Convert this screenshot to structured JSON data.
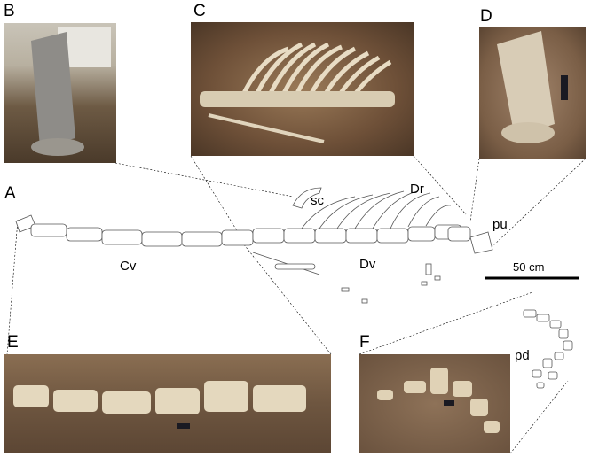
{
  "panels": {
    "A": "A",
    "B": "B",
    "C": "C",
    "D": "D",
    "E": "E",
    "F": "F"
  },
  "annotations": {
    "sc": "sc",
    "Dr": "Dr",
    "pu": "pu",
    "Cv": "Cv",
    "Dv": "Dv",
    "pd": "pd"
  },
  "scale_bar": {
    "label": "50 cm",
    "value_cm": 50
  }
}
